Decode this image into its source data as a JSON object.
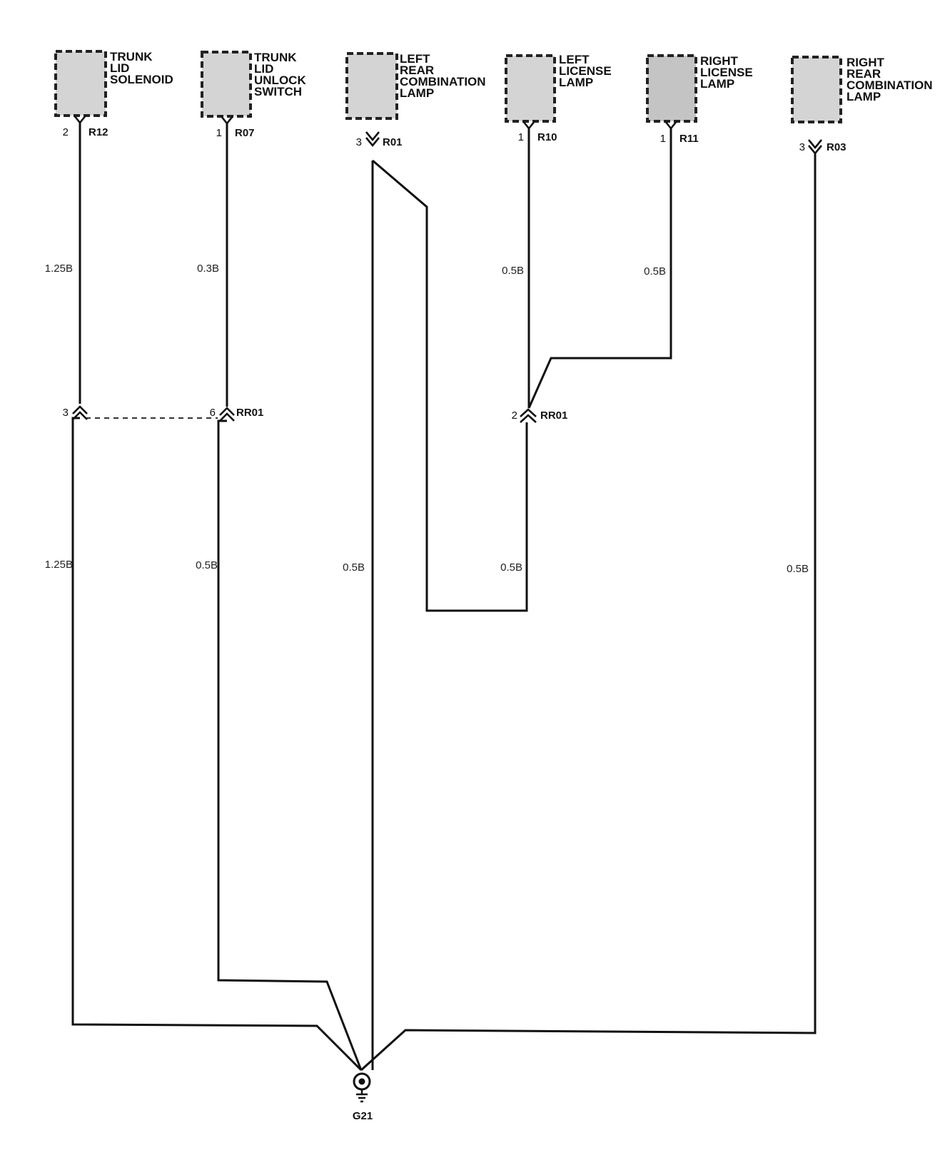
{
  "components": [
    {
      "id": "trunk_lid_solenoid",
      "lines": [
        "TRUNK",
        "LID",
        "SOLENOID"
      ],
      "connector": "R12",
      "pin": "2"
    },
    {
      "id": "trunk_lid_unlock_switch",
      "lines": [
        "TRUNK",
        "LID",
        "UNLOCK",
        "SWITCH"
      ],
      "connector": "R07",
      "pin": "1"
    },
    {
      "id": "left_rear_combination_lamp",
      "lines": [
        "LEFT",
        "REAR",
        "COMBINATION",
        "LAMP"
      ],
      "connector": "R01",
      "pin": "3"
    },
    {
      "id": "left_license_lamp",
      "lines": [
        "LEFT",
        "LICENSE",
        "LAMP"
      ],
      "connector": "R10",
      "pin": "1"
    },
    {
      "id": "right_license_lamp",
      "lines": [
        "RIGHT",
        "LICENSE",
        "LAMP"
      ],
      "connector": "R11",
      "pin": "1"
    },
    {
      "id": "right_rear_combination_lamp",
      "lines": [
        "RIGHT",
        "REAR",
        "COMBINATION",
        "LAMP"
      ],
      "connector": "R03",
      "pin": "3"
    }
  ],
  "inline_connectors": [
    {
      "id": "rr01_pin3",
      "pin": "3",
      "name": ""
    },
    {
      "id": "rr01_pin6",
      "pin": "6",
      "name": "RR01"
    },
    {
      "id": "rr01_pin2",
      "pin": "2",
      "name": "RR01"
    }
  ],
  "wire_labels": [
    {
      "id": "w_solenoid_upper",
      "text": "1.25B"
    },
    {
      "id": "w_switch_upper",
      "text": "0.3B"
    },
    {
      "id": "w_llicense_upper",
      "text": "0.5B"
    },
    {
      "id": "w_rlicense_upper",
      "text": "0.5B"
    },
    {
      "id": "w_solenoid_lower",
      "text": "1.25B"
    },
    {
      "id": "w_switch_lower",
      "text": "0.5B"
    },
    {
      "id": "w_lrcomb",
      "text": "0.5B"
    },
    {
      "id": "w_license_lower",
      "text": "0.5B"
    },
    {
      "id": "w_rrcomb",
      "text": "0.5B"
    }
  ],
  "ground": {
    "name": "G21"
  },
  "colors": {
    "wire": "#111111",
    "component_fill": "#d4d4d4"
  }
}
